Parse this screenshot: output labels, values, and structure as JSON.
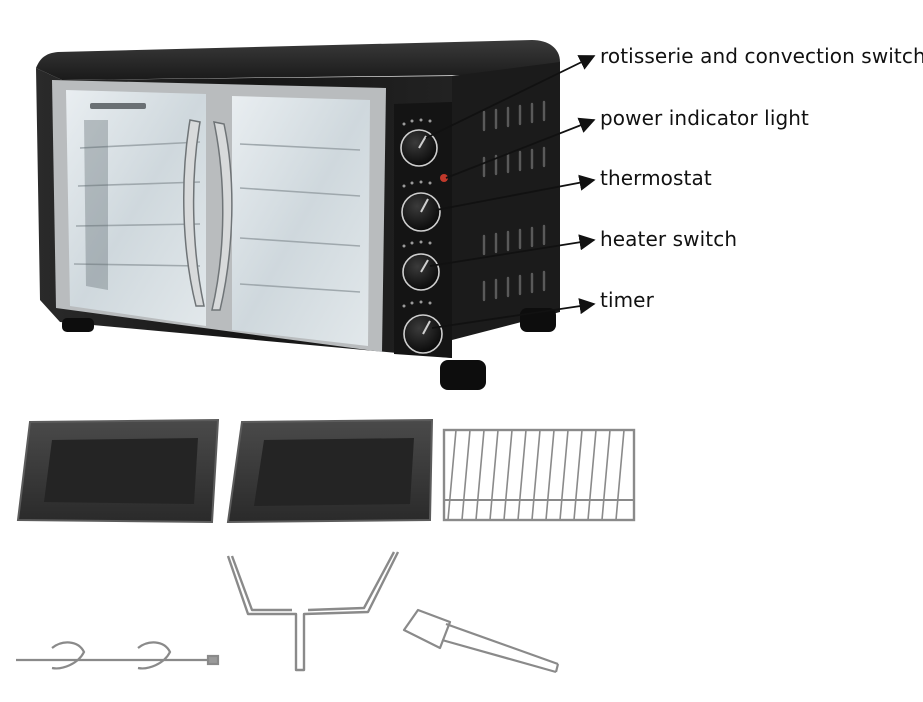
{
  "labels": {
    "rotisserie": "rotisserie and convection switch",
    "power_light": "power indicator light",
    "thermostat": "thermostat",
    "heater": "heater switch",
    "timer": "timer"
  },
  "colors": {
    "oven_body": "#1c1c1c",
    "door_frame": "#b9bcbe",
    "glass": "#d7dee2",
    "indicator": "#c0392b",
    "tray": "#3a3a3a",
    "wire": "#8a8a8a"
  },
  "icons": [
    "toaster-oven-image",
    "baking-tray-image",
    "wire-rack-image",
    "rotisserie-spit-image",
    "rotisserie-handle-image",
    "tray-tong-image"
  ]
}
